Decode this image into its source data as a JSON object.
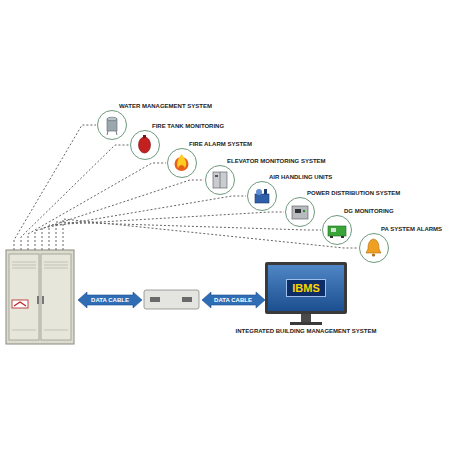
{
  "diagram": {
    "nodes": [
      {
        "text": [
          "WATER MANAGEMENT SYSTEM"
        ]
      },
      {
        "text": [
          "FIRE TANK MONITORING"
        ]
      },
      {
        "text": [
          "FIRE ALARM SYSTEM"
        ]
      },
      {
        "text": [
          "ELEVATOR MONITORING SYSTEM"
        ]
      },
      {
        "text": [
          "AIR HANDLING UNITS"
        ]
      },
      {
        "text": [
          "POWER DISTRIBUTION SYSTEM"
        ]
      },
      {
        "text": [
          "DG MONITORING"
        ]
      },
      {
        "text": [
          "PA SYSTEM ALARMS"
        ]
      },
      {
        "text": [
          "IBMS",
          "INTEGRATED BUILDING MANAGEMENT SYSTEM"
        ]
      }
    ],
    "labels": [
      "DATA CABLE",
      "DATA CABLE"
    ]
  }
}
